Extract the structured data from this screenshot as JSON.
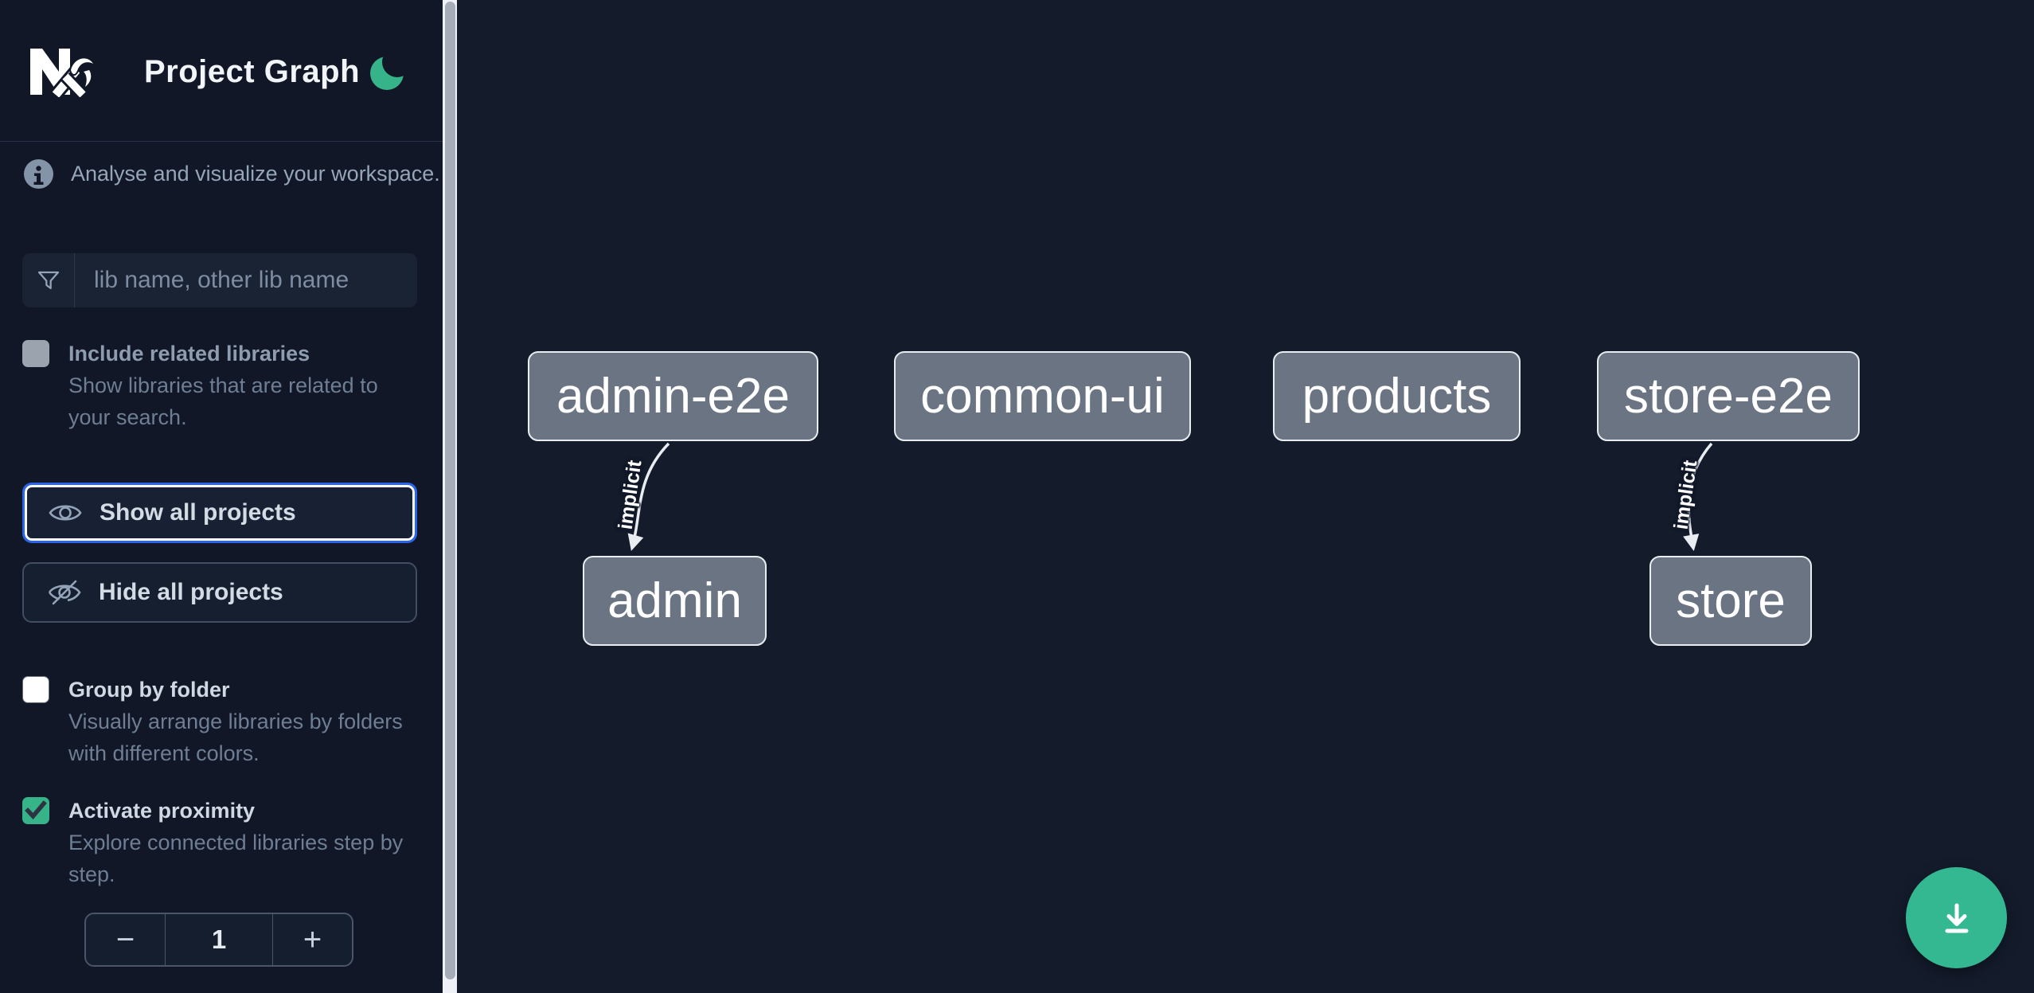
{
  "header": {
    "title": "Project Graph"
  },
  "sidebar": {
    "info_text": "Analyse and visualize your workspace.",
    "search": {
      "placeholder": "lib name, other lib name",
      "value": ""
    },
    "checkbox_related": {
      "label": "Include related libraries",
      "description": "Show libraries that are related to your search.",
      "checked": false
    },
    "show_all_button": "Show all projects",
    "hide_all_button": "Hide all projects",
    "checkbox_group_folder": {
      "label": "Group by folder",
      "description": "Visually arrange libraries by folders with different colors.",
      "checked": false
    },
    "checkbox_proximity": {
      "label": "Activate proximity",
      "description": "Explore connected libraries step by step.",
      "checked": true
    },
    "stepper": {
      "decrement": "−",
      "value": "1",
      "increment": "+"
    }
  },
  "graph": {
    "nodes": [
      {
        "label": "admin-e2e"
      },
      {
        "label": "common-ui"
      },
      {
        "label": "products"
      },
      {
        "label": "store-e2e"
      },
      {
        "label": "admin"
      },
      {
        "label": "store"
      }
    ],
    "edges": [
      {
        "source": "admin-e2e",
        "target": "admin",
        "label": "implicit"
      },
      {
        "source": "store-e2e",
        "target": "store",
        "label": "implicit"
      }
    ]
  },
  "colors": {
    "accent_green": "#34b892",
    "focus_blue": "#2b65ec",
    "node_fill": "#6a7482",
    "node_border": "#e9edf2",
    "sidebar_bg": "#111726",
    "canvas_bg": "#141b2b"
  }
}
